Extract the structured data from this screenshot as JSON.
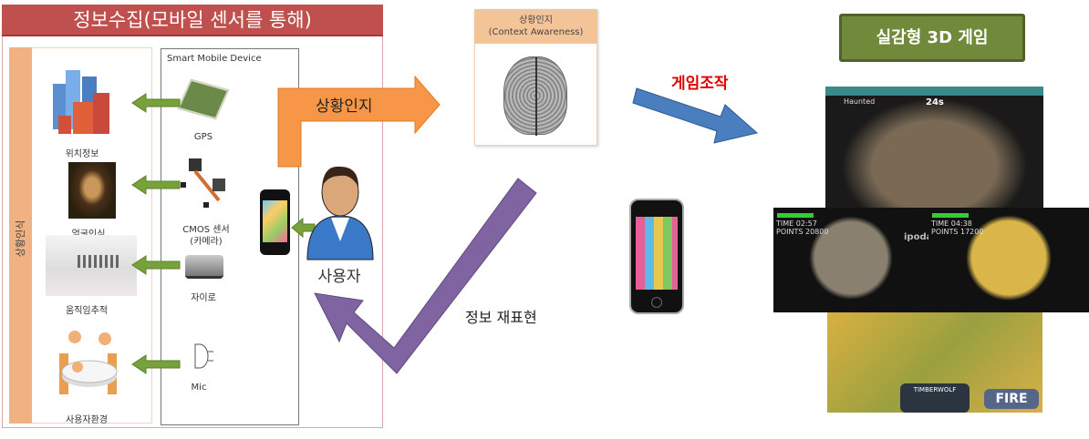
{
  "collection": {
    "title": "정보수집(모바일 센서를 통해)",
    "side_label": "상황인식",
    "results": [
      {
        "label": "위치정보",
        "icon": "buildings-icon"
      },
      {
        "label": "얼굴인식",
        "icon": "face-portrait-icon"
      },
      {
        "label": "움직임추적",
        "icon": "motion-crowd-icon"
      },
      {
        "label": "사용자환경",
        "icon": "meeting-people-icon"
      }
    ],
    "device": {
      "title": "Smart Mobile Device",
      "sensors": [
        {
          "label": "GPS",
          "icon": "gps-chip-icon"
        },
        {
          "label": "CMOS 센서",
          "sub": "(카메라)",
          "icon": "camera-module-icon"
        },
        {
          "label": "자이로",
          "icon": "gyro-chip-icon"
        },
        {
          "label": "Mic",
          "icon": "mic-icon"
        }
      ]
    },
    "user_label": "사용자"
  },
  "flow": {
    "context_arrow_label": "상황인지",
    "control_label": "게임조작",
    "represent_label": "정보 재표현"
  },
  "context_box": {
    "title": "상황인지",
    "subtitle": "(Context Awareness)"
  },
  "game": {
    "title": "실감형 3D 게임",
    "screens": {
      "top": {
        "name": "Haunted",
        "timer": "24s"
      },
      "mid_left": {
        "time_label": "TIME",
        "time": "02:57",
        "points_label": "POINTS",
        "points": "20800"
      },
      "watermark": "ipodart.net",
      "mid_right": {
        "time_label": "TIME",
        "time": "04:38",
        "points_label": "POINTS",
        "points": "17200"
      },
      "bottom": {
        "weapon": "TIMBERWOLF",
        "fire": "FIRE"
      }
    }
  },
  "colors": {
    "title_red": "#c0504d",
    "orange": "#f79646",
    "green_arrow": "#77a13a",
    "blue_arrow": "#4a7ebf",
    "purple_arrow": "#8064a2",
    "game_green": "#71893a",
    "control_red": "#e00000"
  }
}
